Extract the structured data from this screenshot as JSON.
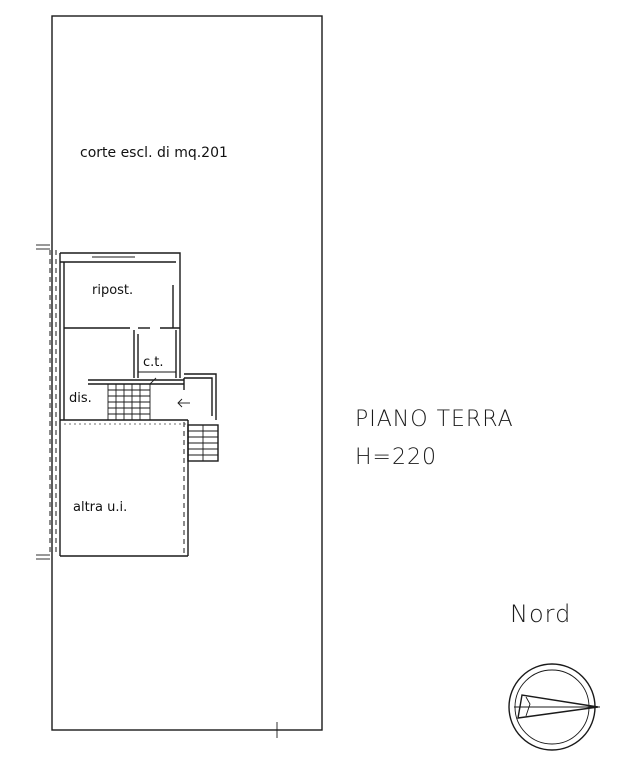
{
  "plan": {
    "rooms": {
      "courtyard": "corte  escl.  di  mq.201",
      "storage": "ripost.",
      "boiler": "c.t.",
      "hall": "dis.",
      "other_unit": "altra  u.i."
    },
    "title": {
      "floor": "PIANO  TERRA",
      "height": "H=220"
    },
    "compass": {
      "label": "Nord"
    }
  }
}
